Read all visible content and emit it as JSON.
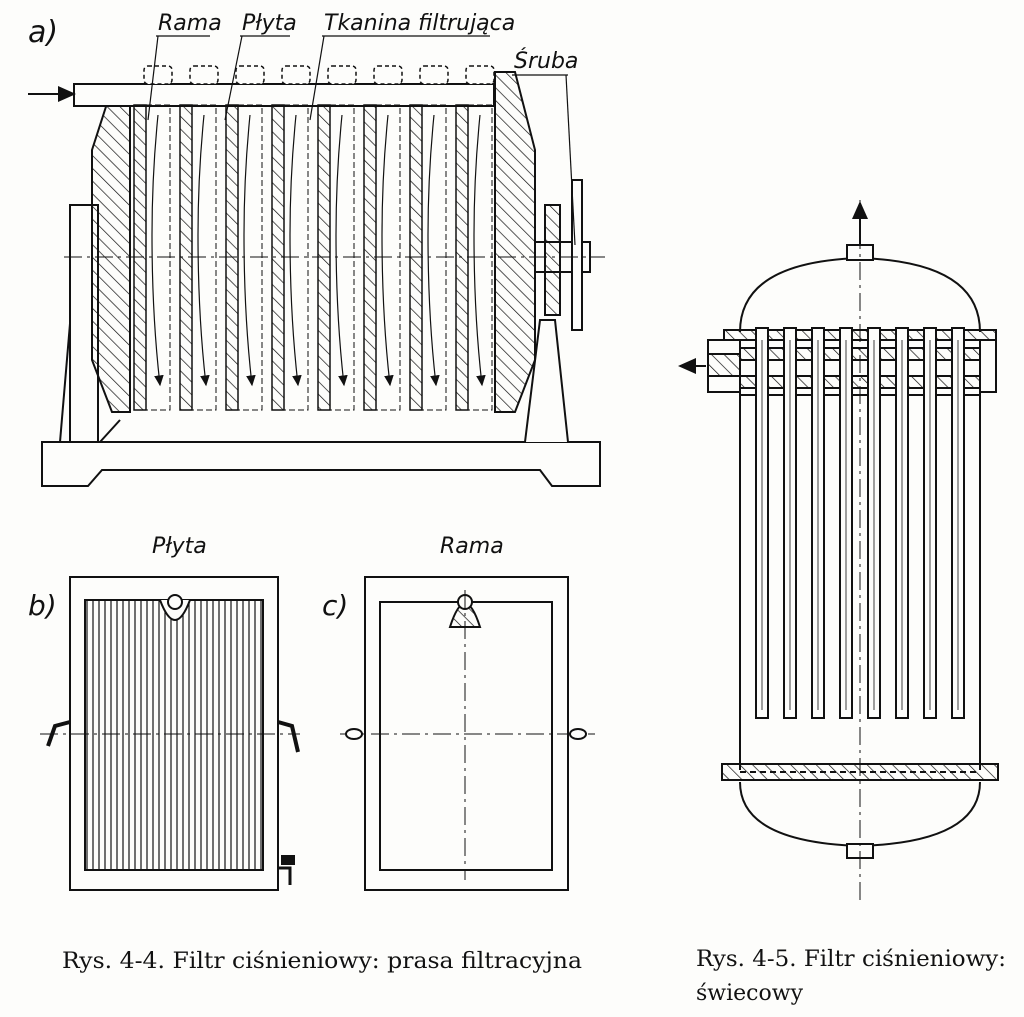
{
  "figure_a": {
    "panel_label": "a)",
    "labels": {
      "frame": "Rama",
      "plate": "Płyta",
      "cloth": "Tkanina filtrująca",
      "screw": "Śruba"
    }
  },
  "figure_b": {
    "panel_label": "b)",
    "title": "Płyta"
  },
  "figure_c": {
    "panel_label": "c)",
    "title": "Rama"
  },
  "captions": {
    "press": "Rys. 4-4. Filtr ciśnieniowy: prasa filtracyjna",
    "candle_line1": "Rys. 4-5. Filtr ciśnieniowy:",
    "candle_line2": "świecowy"
  },
  "colors": {
    "ink": "#111111",
    "paper": "#fdfdfb"
  }
}
